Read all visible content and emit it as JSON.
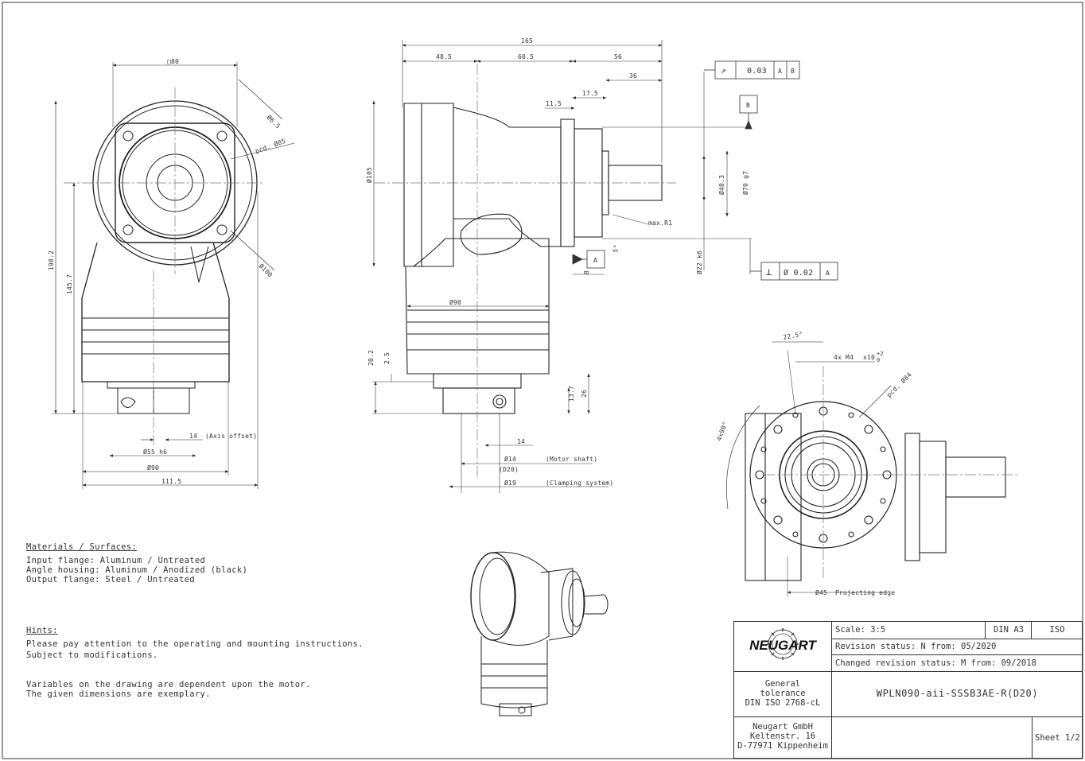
{
  "views": {
    "front": {
      "dims": {
        "square": "□80",
        "hole": "Ø6.5",
        "pcd": "pcd. Ø85",
        "flange": "Ø100",
        "height_total": "198.2",
        "height_axis": "145.7",
        "axis_offset_val": "14",
        "axis_offset_note": "(Axis offset)",
        "d55": "Ø55 h6",
        "d90": "Ø90",
        "w111": "111.5"
      }
    },
    "side": {
      "dims": {
        "d165": "165",
        "d48": "48.5",
        "d60": "60.5",
        "d56": "56",
        "d36": "36",
        "d17": "17.5",
        "d11": "11.5",
        "d105": "Ø105",
        "d40": "Ø40.3",
        "d70": "Ø70 g7",
        "d22": "Ø22 k6",
        "maxr": "max.R1",
        "deg5": "5°",
        "d8": "8",
        "d90": "Ø90",
        "d20": "20.2",
        "d2": "2.5",
        "d13": "13.7",
        "d26": "26",
        "d14": "14",
        "motor_d": "Ø14",
        "motor_note": "(Motor shaft)",
        "d20b": "(D20)",
        "clamp_d": "Ø19",
        "clamp_note": "(Clamping system)"
      },
      "tolerances": {
        "runout": {
          "sym": "↗",
          "val": "0.03",
          "ref1": "A",
          "ref2": "B"
        },
        "perp": {
          "sym": "⊥",
          "val": "Ø 0.02",
          "ref": "A"
        },
        "datumA": "A",
        "datumB": "B"
      }
    },
    "output": {
      "dims": {
        "angle": "22.5°",
        "thread": "4x M4",
        "thread_depth": "x10",
        "tol_up": "+2",
        "tol_dn": "0",
        "pcd": "pcd. Ø84",
        "angle2": "4x90°",
        "d45": "Ø45",
        "proj": "Projecting edge"
      }
    }
  },
  "notes": {
    "materials_title": "Materials / Surfaces:",
    "materials": [
      "Input flange: Aluminum / Untreated",
      "Angle housing: Aluminum / Anodized (black)",
      "Output flange: Steel / Untreated"
    ],
    "hints_title": "Hints:",
    "hints": [
      "Please pay attention to the operating and mounting instructions.",
      "Subject to modifications."
    ],
    "variables": [
      "Variables on the drawing are dependent upon the motor.",
      "The given dimensions are exemplary."
    ]
  },
  "titleblock": {
    "logo": "NEUGART",
    "scale": "Scale: 3:5",
    "format": "DIN A3",
    "standard": "ISO",
    "revision": "Revision status: N   from: 05/2020",
    "changed": "Changed revision status: M   from: 09/2018",
    "tolerance_l1": "General",
    "tolerance_l2": "tolerance",
    "tolerance_l3": "DIN ISO 2768-cL",
    "part": "WPLN090-aii-SSSB3AE-R(D20)",
    "company_l1": "Neugart GmbH",
    "company_l2": "Keltenstr. 16",
    "company_l3": "D-77971 Kippenheim",
    "sheet": "Sheet 1/2"
  }
}
